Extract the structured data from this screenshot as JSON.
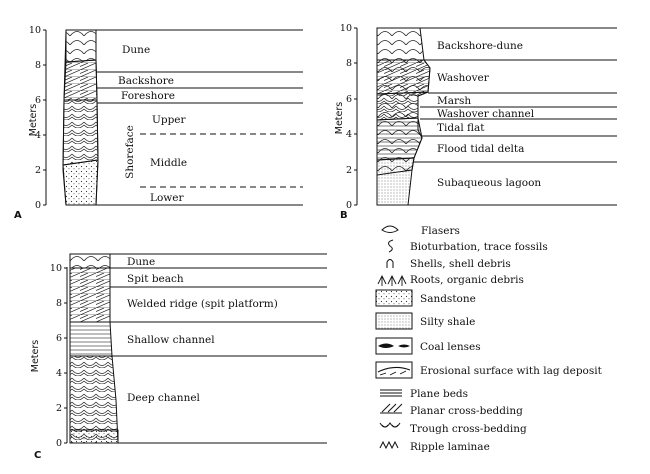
{
  "panels": {
    "A": {
      "letter": "A",
      "axis_label": "Meters",
      "ticks": [
        "0",
        "2",
        "4",
        "6",
        "8",
        "10"
      ],
      "units": [
        {
          "label": "Dune"
        },
        {
          "label": "Backshore"
        },
        {
          "label": "Foreshore"
        },
        {
          "label": "Upper"
        },
        {
          "label": "Middle"
        },
        {
          "label": "Lower"
        }
      ],
      "group_label": "Shoreface"
    },
    "B": {
      "letter": "B",
      "axis_label": "Meters",
      "ticks": [
        "0",
        "2",
        "4",
        "6",
        "8",
        "10"
      ],
      "units": [
        {
          "label": "Backshore-dune"
        },
        {
          "label": "Washover"
        },
        {
          "label": "Marsh"
        },
        {
          "label": "Washover channel"
        },
        {
          "label": "Tidal flat"
        },
        {
          "label": "Flood tidal delta"
        },
        {
          "label": "Subaqueous lagoon"
        }
      ]
    },
    "C": {
      "letter": "C",
      "axis_label": "Meters",
      "ticks": [
        "0",
        "2",
        "4",
        "6",
        "8",
        "10"
      ],
      "units": [
        {
          "label": "Dune"
        },
        {
          "label": "Spit beach"
        },
        {
          "label": "Welded ridge  (spit platform)"
        },
        {
          "label": "Shallow channel"
        },
        {
          "label": "Deep channel"
        }
      ]
    }
  },
  "legend": [
    {
      "symbol": "flasers-icon",
      "label": "Flasers"
    },
    {
      "symbol": "bioturbation-icon",
      "label": "Bioturbation, trace fossils"
    },
    {
      "symbol": "shell-icon",
      "label": "Shells, shell debris"
    },
    {
      "symbol": "roots-icon",
      "label": "Roots, organic debris"
    },
    {
      "symbol": "sandstone-swatch",
      "label": "Sandstone"
    },
    {
      "symbol": "silty-shale-swatch",
      "label": "Silty shale"
    },
    {
      "symbol": "coal-lenses-swatch",
      "label": "Coal lenses"
    },
    {
      "symbol": "erosional-surface-swatch",
      "label": "Erosional surface with lag deposit"
    },
    {
      "symbol": "plane-beds-icon",
      "label": "Plane beds"
    },
    {
      "symbol": "planar-cross-bedding-icon",
      "label": "Planar cross-bedding"
    },
    {
      "symbol": "trough-cross-bedding-icon",
      "label": "Trough cross-bedding"
    },
    {
      "symbol": "ripple-laminae-icon",
      "label": "Ripple laminae"
    }
  ]
}
